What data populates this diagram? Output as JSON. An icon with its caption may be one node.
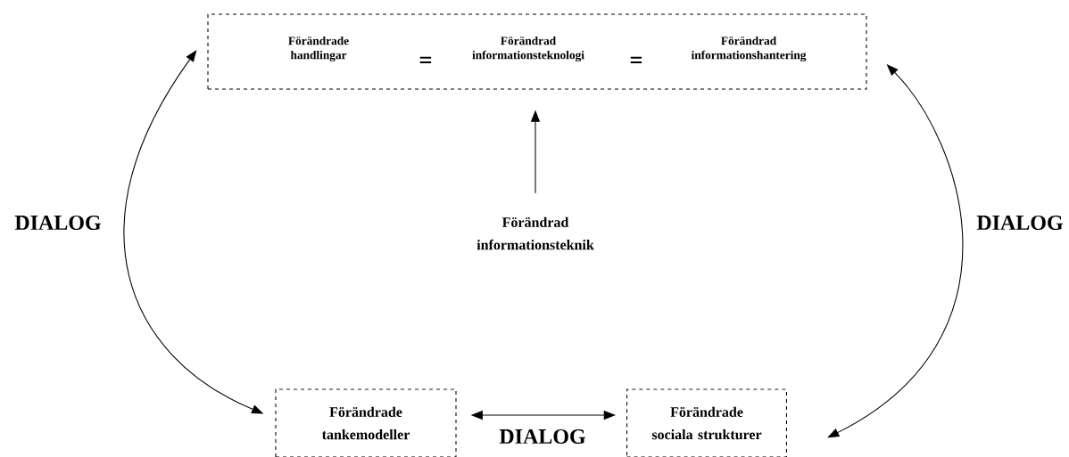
{
  "diagram": {
    "nodes": [
      {
        "text": [
          "Förändrade handlingar",
          "=",
          "Förändrad informationsteknologi",
          "=",
          "Förändrad informationshantering"
        ]
      },
      {
        "text": [
          "Förändrad informationsteknik"
        ]
      },
      {
        "text": [
          "Förändrade tankemodeller"
        ]
      },
      {
        "text": [
          "Förändrade sociala strukturer"
        ]
      }
    ],
    "edges": [
      {
        "from": 1,
        "to": 0,
        "arrow": "to"
      },
      {
        "from": 2,
        "to": 0,
        "arrow": "both",
        "label": "DIALOG"
      },
      {
        "from": 3,
        "to": 0,
        "arrow": "both",
        "label": "DIALOG"
      },
      {
        "from": 2,
        "to": 3,
        "arrow": "both",
        "label": "DIALOG"
      }
    ]
  }
}
